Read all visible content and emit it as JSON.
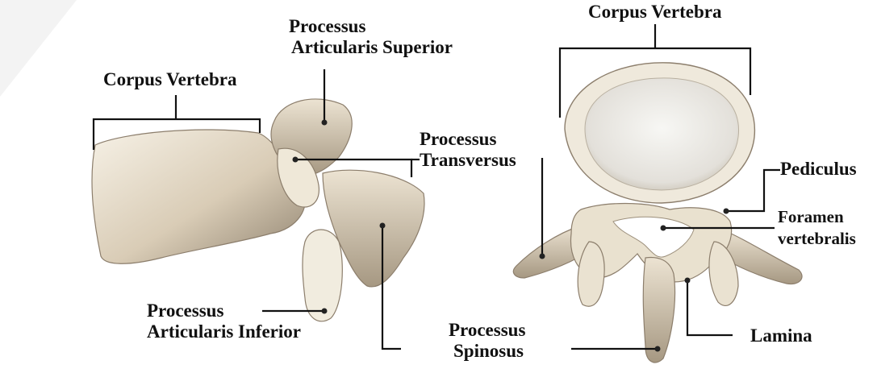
{
  "labels": {
    "corpus_left": "Corpus Vertebra",
    "art_sup_1": "Processus",
    "art_sup_2": "Articularis Superior",
    "transversus_1": "Processus",
    "transversus_2": "Transversus",
    "art_inf_1": "Processus",
    "art_inf_2": "Articularis Inferior",
    "corpus_right": "Corpus Vertebra",
    "pediculus": "Pediculus",
    "foramen_1": "Foramen",
    "foramen_2": "vertebralis",
    "spinosus_1": "Processus",
    "spinosus_2": "Spinosus",
    "lamina": "Lamina"
  },
  "colors": {
    "bone_light": "#efe8d8",
    "bone_mid": "#cfc3ad",
    "bone_dark": "#8c7e6c",
    "line": "#111111"
  }
}
